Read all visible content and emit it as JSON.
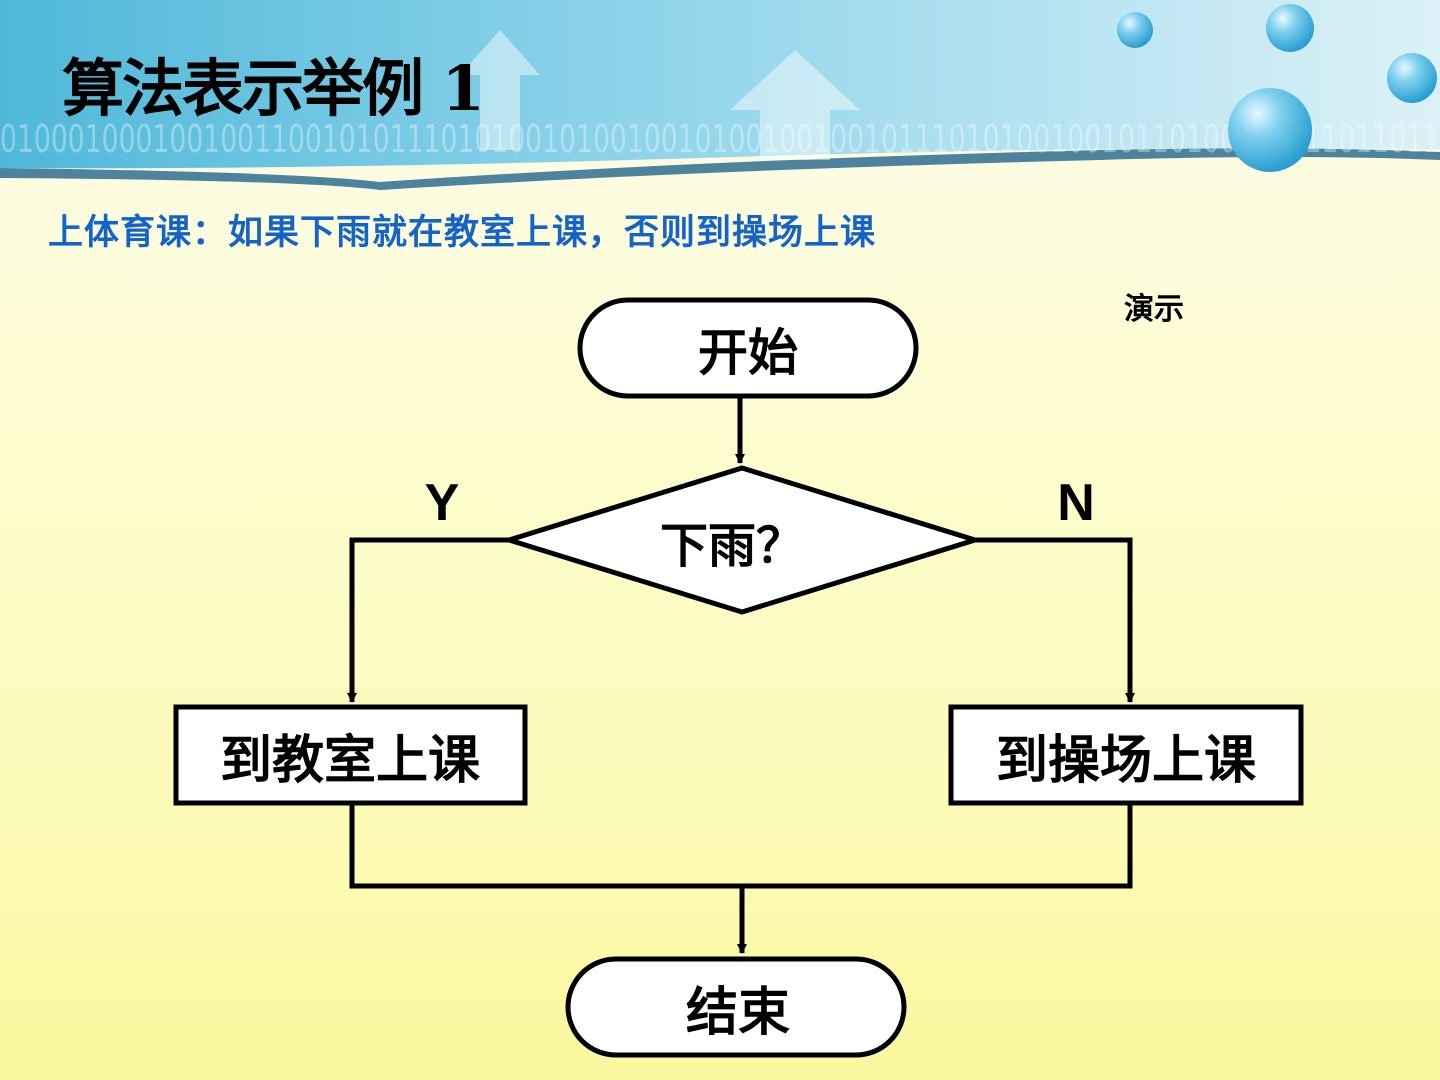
{
  "slide": {
    "title": "算法表示举例 1",
    "subtitle": "上体育课：如果下雨就在教室上课，否则到操场上课",
    "demo_label": "演示",
    "banner_binary": "0100010001001001100101011101010010100100101001001001011101010010010110100111011011011"
  },
  "flowchart": {
    "start": "开始",
    "decision": "下雨？",
    "yes_label": "Y",
    "no_label": "N",
    "yes_action": "到教室上课",
    "no_action": "到操场上课",
    "end": "结束"
  },
  "colors": {
    "subtitle": "#1464c8",
    "banner_top": "#5ec3e0",
    "banner_band": "#2f6d92",
    "background_top": "#fdfcec",
    "background_bottom": "#fbf79e"
  }
}
